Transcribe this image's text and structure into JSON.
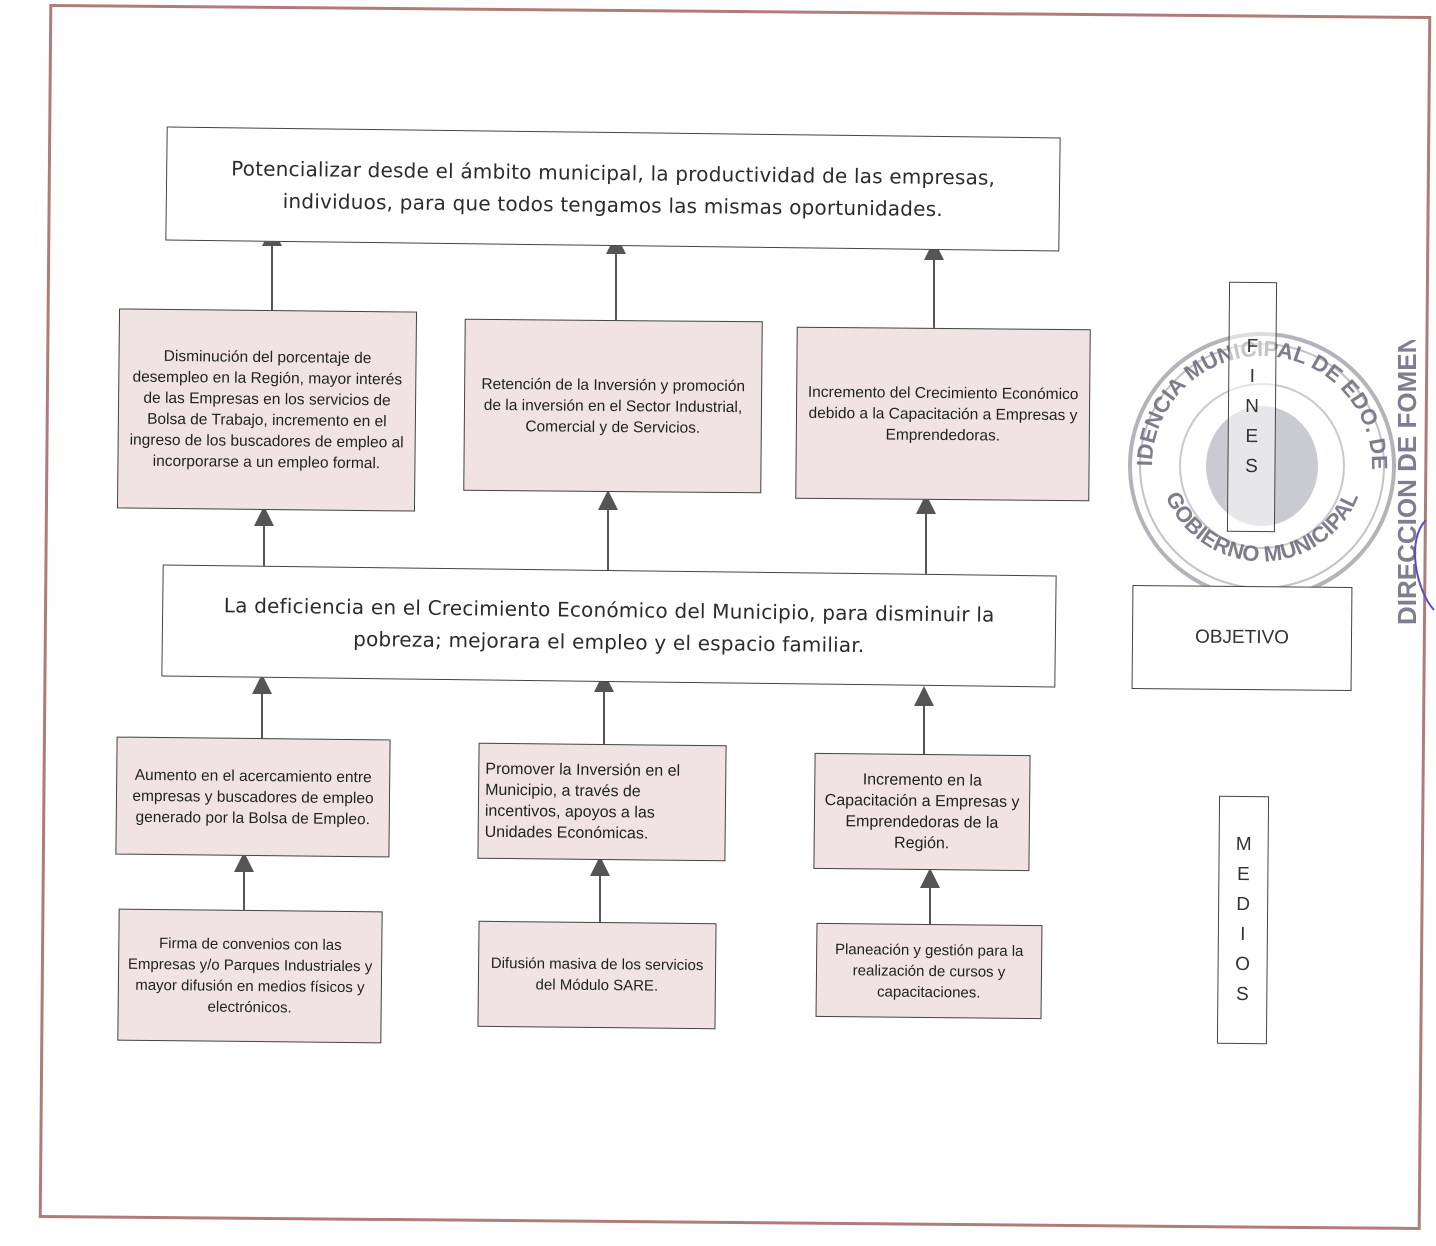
{
  "goal": {
    "text": "Potencializar desde el ámbito municipal, la productividad de las empresas, individuos, para que todos  tengamos las mismas oportunidades."
  },
  "ends": [
    {
      "text": "Disminución del porcentaje de desempleo en la Región, mayor interés de las Empresas en los servicios de Bolsa de Trabajo, incremento en el ingreso de los buscadores de empleo al incorporarse a un empleo formal."
    },
    {
      "text": "Retención de la Inversión y promoción de la inversión en el Sector Industrial, Comercial y de Servicios."
    },
    {
      "text": "Incremento del Crecimiento Económico debido a la Capacitación a Empresas y Emprendedoras."
    }
  ],
  "problem": {
    "text": "La deficiencia en el Crecimiento Económico del Municipio, para disminuir la pobreza; mejorara el empleo y el espacio familiar."
  },
  "components": [
    {
      "text": "Aumento en el acercamiento entre empresas y buscadores de empleo generado por la Bolsa de Empleo."
    },
    {
      "text": "Promover la Inversión en el Municipio, a través de incentivos, apoyos a las Unidades Económicas."
    },
    {
      "text": "Incremento en la Capacitación a Empresas y Emprendedoras de la Región."
    }
  ],
  "activities": [
    {
      "text": "Firma de convenios con las Empresas y/o Parques Industriales y mayor difusión en medios físicos y electrónicos."
    },
    {
      "text": "Difusión masiva de los servicios del Módulo SARE."
    },
    {
      "text": "Planeación y gestión para la realización de cursos y capacitaciones."
    }
  ],
  "labels": {
    "fines": [
      "F",
      "I",
      "N",
      "E",
      "S"
    ],
    "objetivo": "OBJETIVO",
    "medios": [
      "M",
      "E",
      "D",
      "I",
      "O",
      "S"
    ]
  },
  "seal": {
    "outer_text": "PRESIDENCIA MUNICIPAL DE EDO. DE HGO",
    "inner_text": "GOBIERNO MUNICIPAL",
    "side_text": "DIRECCION DE FOMENTO"
  },
  "colors": {
    "frame": "#b07c78",
    "box_fill": "#f1e3e3",
    "seal_ink": "#7a7a8a",
    "signature_ink": "#5a4fc0"
  }
}
